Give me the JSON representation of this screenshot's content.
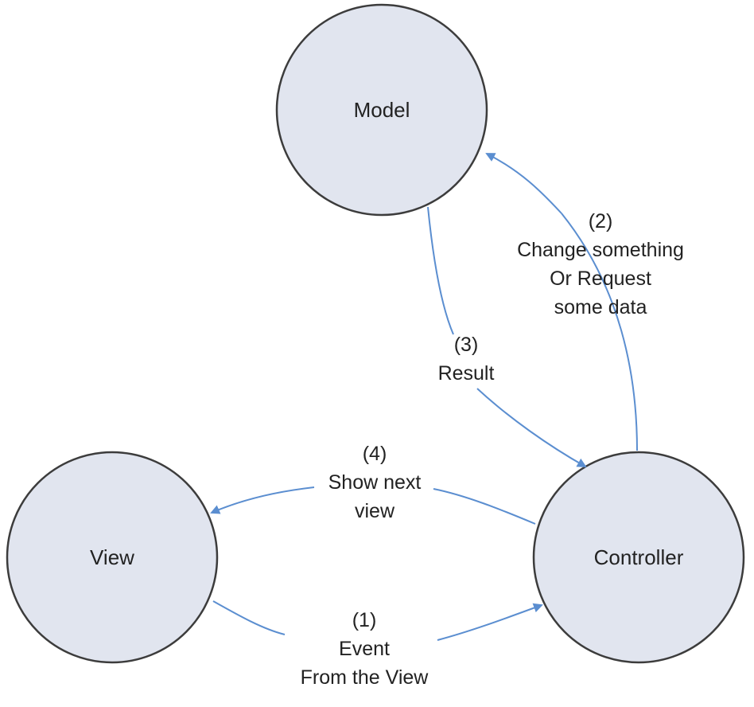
{
  "colors": {
    "node_fill": "#e1e5ef",
    "node_stroke": "#3c3c3c",
    "edge": "#5b8ed0",
    "text": "#222222"
  },
  "nodes": {
    "model": "Model",
    "view": "View",
    "controller": "Controller"
  },
  "edges": {
    "event": {
      "step": "(1)",
      "line1": "Event",
      "line2": "From the View"
    },
    "change": {
      "step": "(2)",
      "line1": "Change something",
      "line2": "Or Request",
      "line3": "some data"
    },
    "result": {
      "step": "(3)",
      "line1": "Result"
    },
    "show": {
      "step": "(4)",
      "line1": "Show next",
      "line2": "view"
    }
  }
}
